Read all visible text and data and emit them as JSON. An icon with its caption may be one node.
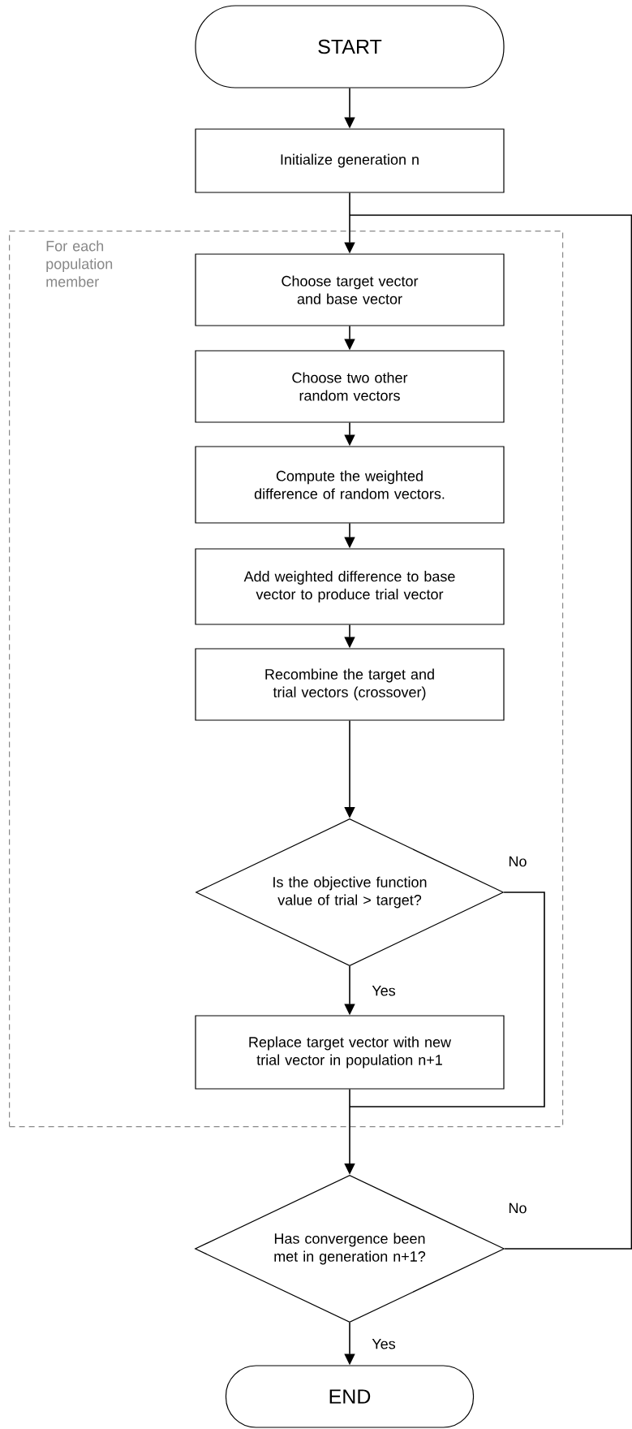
{
  "diagram": {
    "nodes": [
      {
        "text": [
          "START"
        ]
      },
      {
        "text": [
          "Initialize generation n"
        ]
      },
      {
        "text": [
          "For each population member"
        ]
      },
      {
        "text": [
          "Choose target vector and base vector"
        ],
        "in": 2
      },
      {
        "text": [
          "Choose two other random vectors"
        ],
        "in": 2
      },
      {
        "text": [
          "Compute the weighted difference of random vectors."
        ],
        "in": 2
      },
      {
        "text": [
          "Add weighted difference to base vector to produce trial vector"
        ],
        "in": 2
      },
      {
        "text": [
          "Recombine the target and trial vectors (crossover)"
        ],
        "in": 2
      },
      {
        "text": [
          "Is the objective function value of trial > target?"
        ],
        "in": 2
      },
      {
        "text": [
          "Replace target vector with new trial vector in population n+1"
        ],
        "in": 2
      },
      {
        "text": [
          "Has convergence been met in generation n+1?"
        ]
      },
      {
        "text": [
          "END"
        ]
      }
    ],
    "edges": [
      {
        "from": 0,
        "to": 1,
        "arrow": "to"
      },
      {
        "from": 1,
        "to": 3,
        "arrow": "to"
      },
      {
        "from": 3,
        "to": 4,
        "arrow": "to"
      },
      {
        "from": 4,
        "to": 5,
        "arrow": "to"
      },
      {
        "from": 5,
        "to": 6,
        "arrow": "to"
      },
      {
        "from": 6,
        "to": 7,
        "arrow": "to"
      },
      {
        "from": 7,
        "to": 8,
        "arrow": "to"
      },
      {
        "from": 8,
        "to": 9,
        "arrow": "to",
        "label": "Yes"
      },
      {
        "from": 8,
        "to": 10,
        "arrow": "to",
        "label": "No"
      },
      {
        "from": 9,
        "to": 10,
        "arrow": "to"
      },
      {
        "from": 10,
        "to": 11,
        "arrow": "to",
        "label": "Yes"
      },
      {
        "from": 10,
        "to": 3,
        "arrow": "to",
        "label": "No"
      }
    ]
  }
}
